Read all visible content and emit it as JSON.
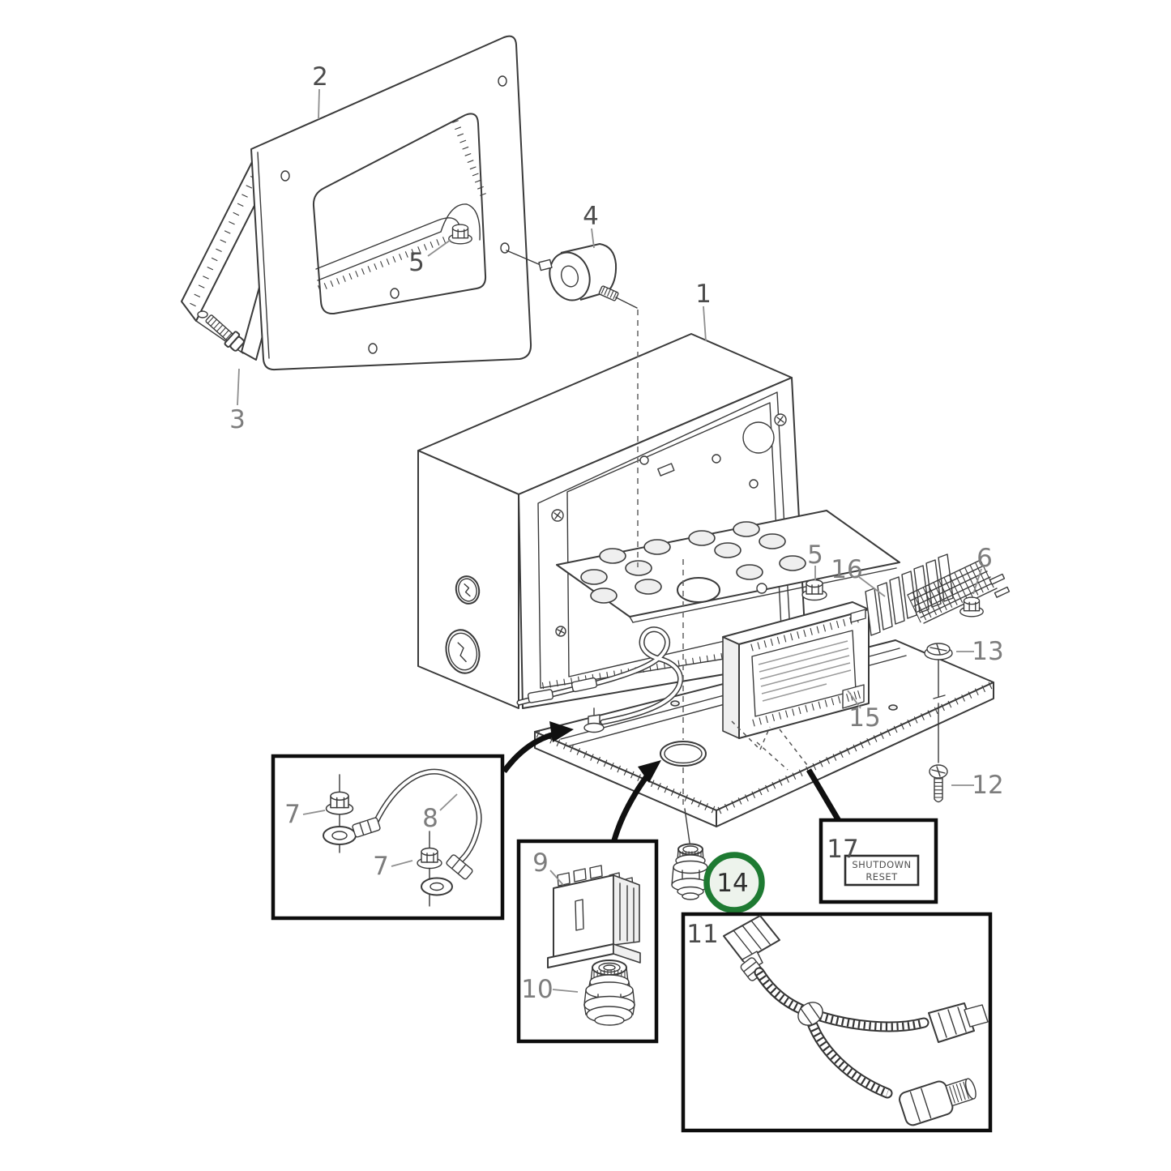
{
  "diagram": {
    "type": "exploded-parts-diagram",
    "subject": "engine control unit enclosure assembly",
    "highlighted_part": "14",
    "colors": {
      "line": "#3a3a3a",
      "label": "#7d7d7d",
      "highlight_ring": "#1e7a32",
      "highlight_fill": "#edf3ec",
      "background": "#ffffff"
    },
    "callouts": {
      "c1": "1",
      "c2": "2",
      "c3": "3",
      "c4": "4",
      "c5a": "5",
      "c5b": "5",
      "c6": "6",
      "c7a": "7",
      "c7b": "7",
      "c8": "8",
      "c9": "9",
      "c10": "10",
      "c11": "11",
      "c12": "12",
      "c13": "13",
      "c14": "14",
      "c15": "15",
      "c16": "16",
      "c17": "17"
    },
    "labels": {
      "shutdown_line1": "SHUTDOWN",
      "shutdown_line2": "RESET"
    }
  }
}
